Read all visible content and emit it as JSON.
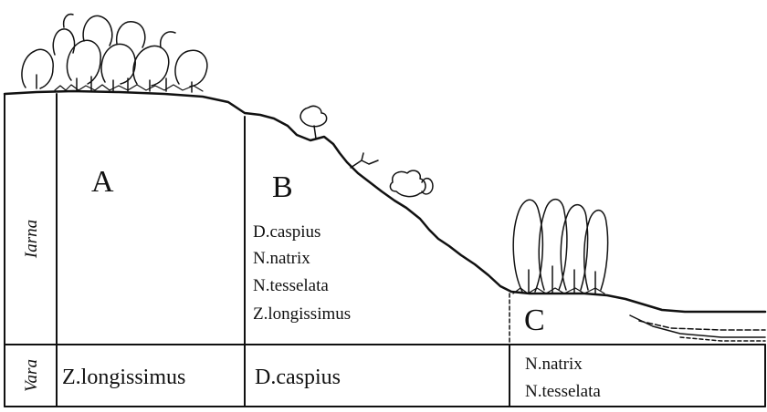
{
  "rows": {
    "upper_label": "Iarna",
    "lower_label": "Vara"
  },
  "zones": [
    {
      "letter": "A",
      "winter_species": [],
      "summer_species": [
        "Z.longissimus"
      ]
    },
    {
      "letter": "B",
      "winter_species": [
        "D.caspius",
        "N.natrix",
        "N.tesselata",
        "Z.longissimus"
      ],
      "summer_species": [
        "D.caspius"
      ]
    },
    {
      "letter": "C",
      "winter_species": [],
      "summer_species": [
        "N.natrix",
        "N.tesselata"
      ]
    }
  ]
}
